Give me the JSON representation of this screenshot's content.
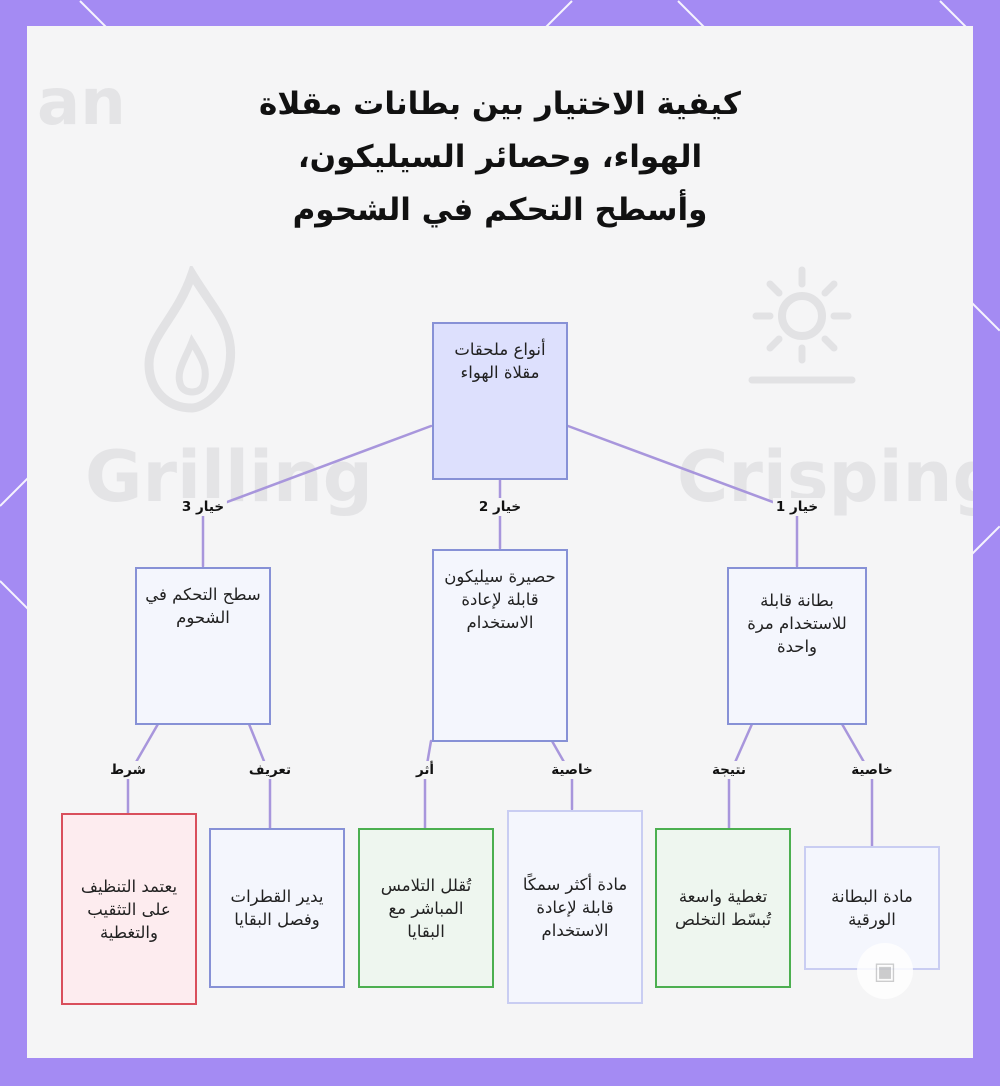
{
  "title": "كيفية الاختيار بين بطانات مقلاة الهواء، وحصائر السيليكون، وأسطح التحكم في الشحوم",
  "watermark": {
    "left_word": "Grilling",
    "right_word": "Crisping",
    "top_word": "an"
  },
  "nodes": {
    "root": "أنواع ملحقات مقلاة الهواء",
    "opt1": "بطانة قابلة للاستخدام مرة واحدة",
    "opt2": "حصيرة سيليكون قابلة لإعادة الاستخدام",
    "opt3": "سطح التحكم في الشحوم",
    "leaf1a": "مادة البطانة الورقية",
    "leaf1b": "تغطية واسعة تُبسّط التخلص",
    "leaf2a": "مادة أكثر سمكًا قابلة لإعادة الاستخدام",
    "leaf2b": "تُقلل التلامس المباشر مع البقايا",
    "leaf3a": "يدير القطرات وفصل البقايا",
    "leaf3b": "يعتمد التنظيف على التثقيب والتغطية"
  },
  "edges": {
    "opt1": "خيار 1",
    "opt2": "خيار 2",
    "opt3": "خيار 3",
    "leaf1a": "خاصية",
    "leaf1b": "نتيجة",
    "leaf2a": "خاصية",
    "leaf2b": "أثر",
    "leaf3a": "تعريف",
    "leaf3b": "شرط"
  },
  "colors": {
    "frame": "#a48bf3",
    "connector": "#a896dc",
    "root_fill": "#dde0fd",
    "node_border": "#8791d6",
    "green_border": "#4caf50",
    "red_border": "#d94f5c"
  }
}
